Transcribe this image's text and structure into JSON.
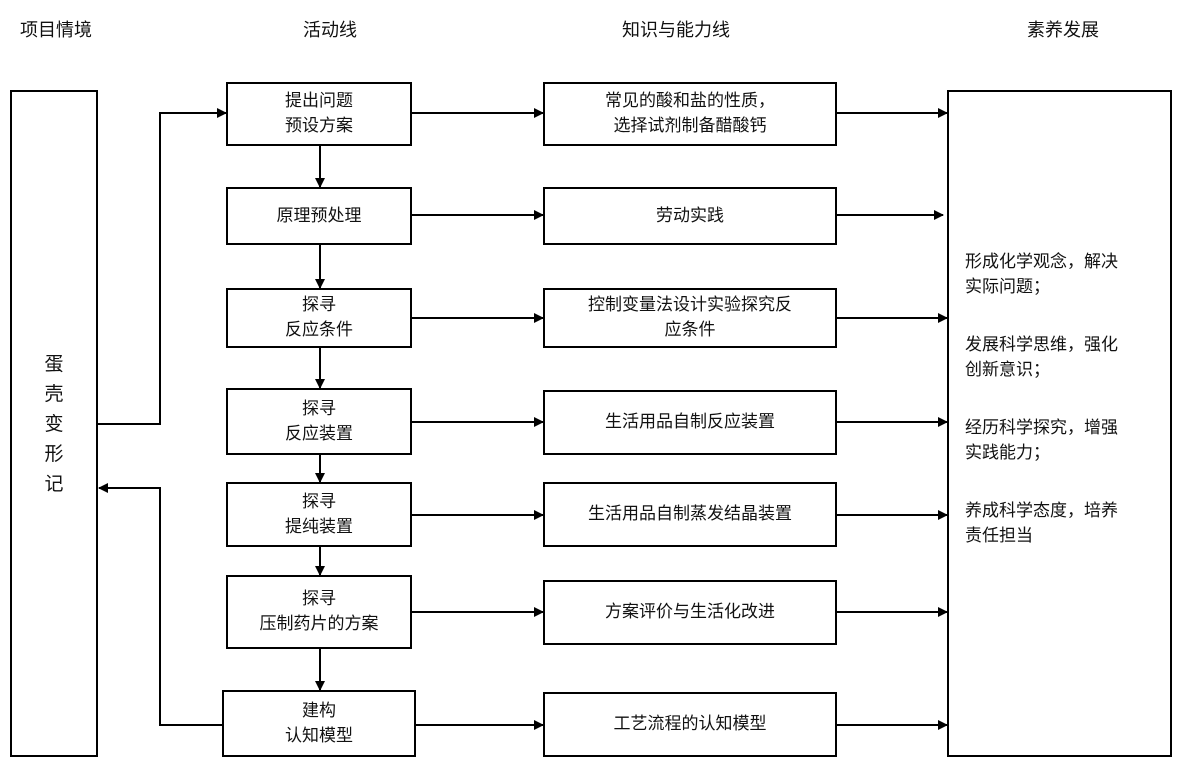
{
  "headers": {
    "situation": "项目情境",
    "activity": "活动线",
    "knowledge": "知识与能力线",
    "literacy": "素养发展"
  },
  "situation": {
    "chars": [
      "蛋",
      "壳",
      "变",
      "形",
      "记"
    ]
  },
  "activities": [
    "提出问题\n预设方案",
    "原理预处理",
    "探寻\n反应条件",
    "探寻\n反应装置",
    "探寻\n提纯装置",
    "探寻\n压制药片的方案",
    "建构\n认知模型"
  ],
  "knowledge": [
    "常见的酸和盐的性质，\n选择试剂制备醋酸钙",
    "劳动实践",
    "控制变量法设计实验探究反\n应条件",
    "生活用品自制反应装置",
    "生活用品自制蒸发结晶装置",
    "方案评价与生活化改进",
    "工艺流程的认知模型"
  ],
  "outcomes": [
    "形成化学观念，解决\n实际问题；",
    "发展科学思维，强化\n创新意识；",
    "经历科学探究，增强\n实践能力；",
    "养成科学态度，培养\n责任担当"
  ]
}
